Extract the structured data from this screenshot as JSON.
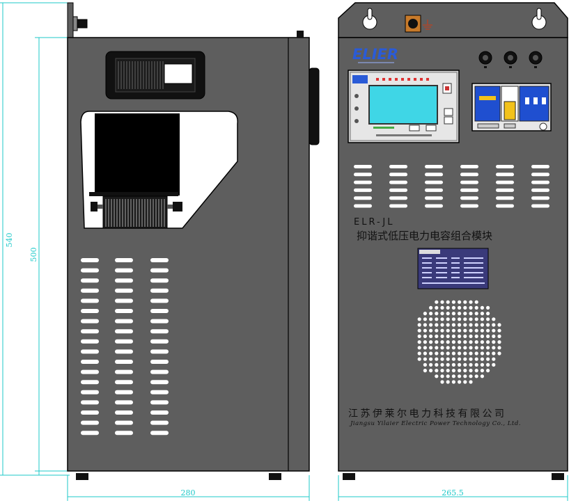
{
  "dimensions": {
    "total_height": "540",
    "body_height": "500",
    "side_width": "280",
    "front_width": "265.5"
  },
  "front": {
    "brand": "ELIER",
    "model": "ELR-JL",
    "product_name": "抑谐式低压电力电容组合模块",
    "company_cn": "江苏伊莱尔电力科技有限公司",
    "company_en": "Jiangsu Yilaier Electric Power Technology Co., Ltd."
  },
  "colors": {
    "cabinet": "#5e5e5e",
    "outline": "#000000",
    "dimension": "#1ec9c9",
    "lcd": "#3fd6e6",
    "brand": "#2a5bd7",
    "breaker_blue": "#1f4fd0",
    "breaker_yellow": "#f2c21b",
    "ground_tag": "#c77a2a"
  },
  "icons": [
    "ground-icon",
    "indicator-lamp-icon",
    "hanging-hole-icon"
  ]
}
